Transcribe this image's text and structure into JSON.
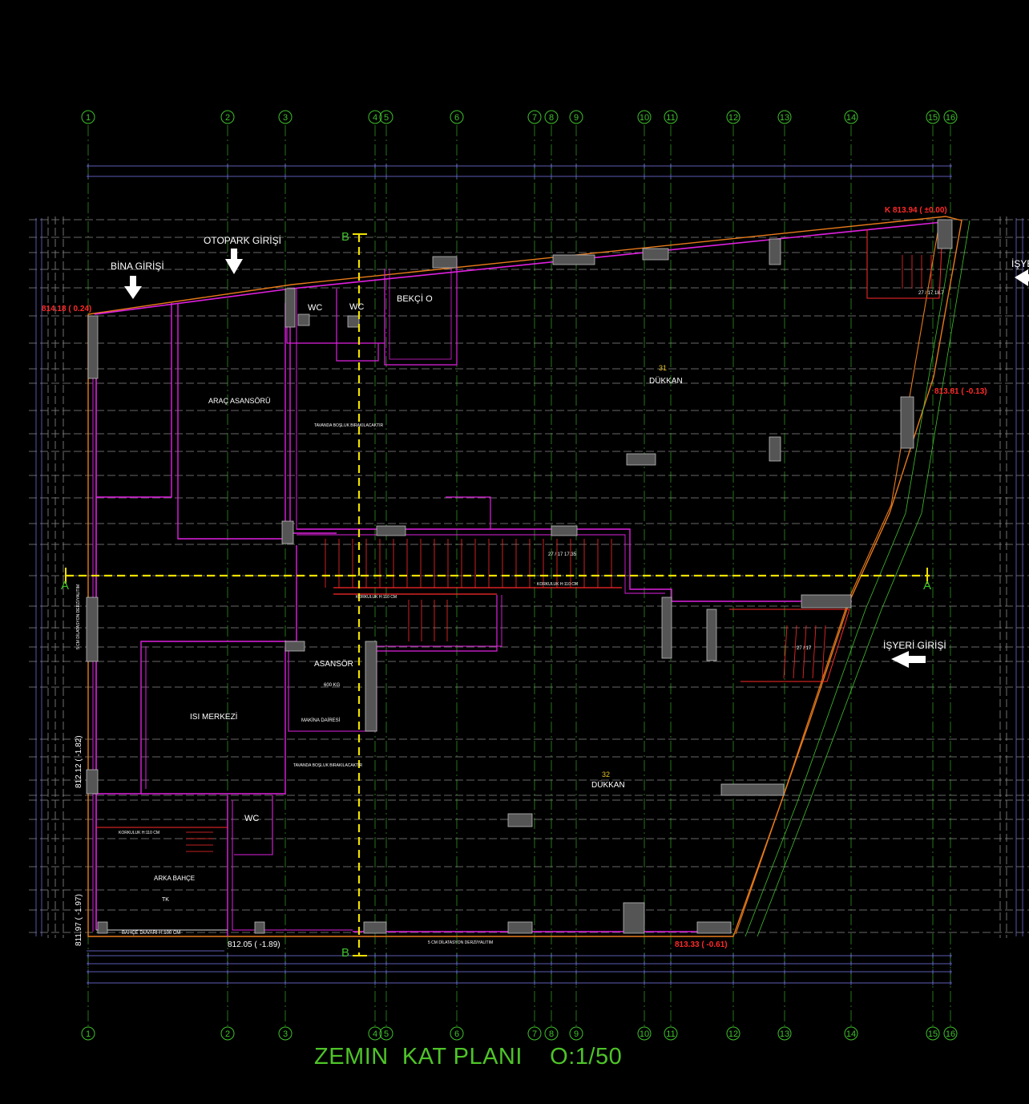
{
  "drawing": {
    "title": "ZEMIN  KAT PLANI    O:1/50",
    "axis_labels": [
      "1",
      "2",
      "3",
      "4",
      "5",
      "6",
      "7",
      "8",
      "9",
      "10",
      "11",
      "12",
      "13",
      "14",
      "15",
      "16"
    ],
    "section_marks": [
      "A",
      "A",
      "B",
      "B"
    ],
    "entrances": {
      "bina": "BİNA GİRİŞİ",
      "otopark": "OTOPARK GİRİŞİ",
      "isyeri": "İŞYERİ GİRİŞİ",
      "isyeri_cut": "İŞYE"
    },
    "rooms": {
      "wc1": "WC",
      "wc2": "WC",
      "wc3": "WC",
      "bekci": "BEKÇİ O",
      "arac_asansoru": "ARAÇ ASANSÖRÜ",
      "dukkan31_no": "31",
      "dukkan31": "DÜKKAN",
      "dukkan32_no": "32",
      "dukkan32": "DÜKKAN",
      "isi_merkezi": "ISI MERKEZİ",
      "asansor": "ASANSÖR",
      "asansor_cap": "600 KG",
      "makina": "MAKİNA DAİRESİ",
      "arka_bahce": "ARKA BAHÇE",
      "arka_bahce_level": "TK"
    },
    "levels": {
      "k_top_right": "K 813.94 ( ±0.00)",
      "left_top": "814.18 ( 0.24)",
      "right_mid": "813.81 ( -0.13)",
      "bottom_right": "813.33 ( -0.61)",
      "bottom_mid": "812.05 ( -1.89)",
      "left_side_1": "812.12 ( -1.82)",
      "left_side_2": "811.97 ( -1.97)"
    },
    "notes": {
      "dilatasyon_bottom": "5 CM DİLATASYON DERZİ/YALITIM",
      "dilatasyon_left": "5 CM DİLATASYON DERZİ/YALITIM",
      "korkuluk1": "KORKULUK H:110 CM",
      "korkuluk2": "KORKULUK H:110 CM",
      "korkuluk3": "KORKULUK H:110 CM",
      "tavanda1": "TAVANDA BOŞLUK BIRAKILACAKTIR",
      "tavanda2": "TAVANDA BOŞLUK BIRAKILACAKTIR",
      "bahce_duvar": "BAHÇE DUVARI H:100 CM",
      "stair_main": "27 / 17 17.35",
      "stair_right": "27 / 17",
      "stair_back": "27 / 17 18.7"
    },
    "colors": {
      "background": "#000000",
      "axis_green": "#3fc02c",
      "wall_magenta": "#e020e0",
      "grid_dashed": "#8c8c8c",
      "level_red": "#ff2a2a",
      "section_yellow": "#f0e000",
      "facade_orange": "#e87a1a",
      "title_green": "#4ec428"
    }
  }
}
